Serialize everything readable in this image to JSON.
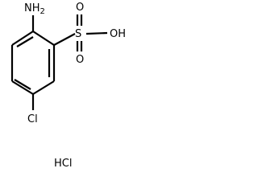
{
  "molecule": {
    "labels": {
      "amino": "NH2",
      "amino_base": "NH",
      "amino_subscript": "2",
      "sulfur": "S",
      "oxygen_top": "O",
      "oxygen_bottom": "O",
      "hydroxyl": "OH",
      "chlorine": "Cl"
    },
    "salt": "HCl"
  }
}
